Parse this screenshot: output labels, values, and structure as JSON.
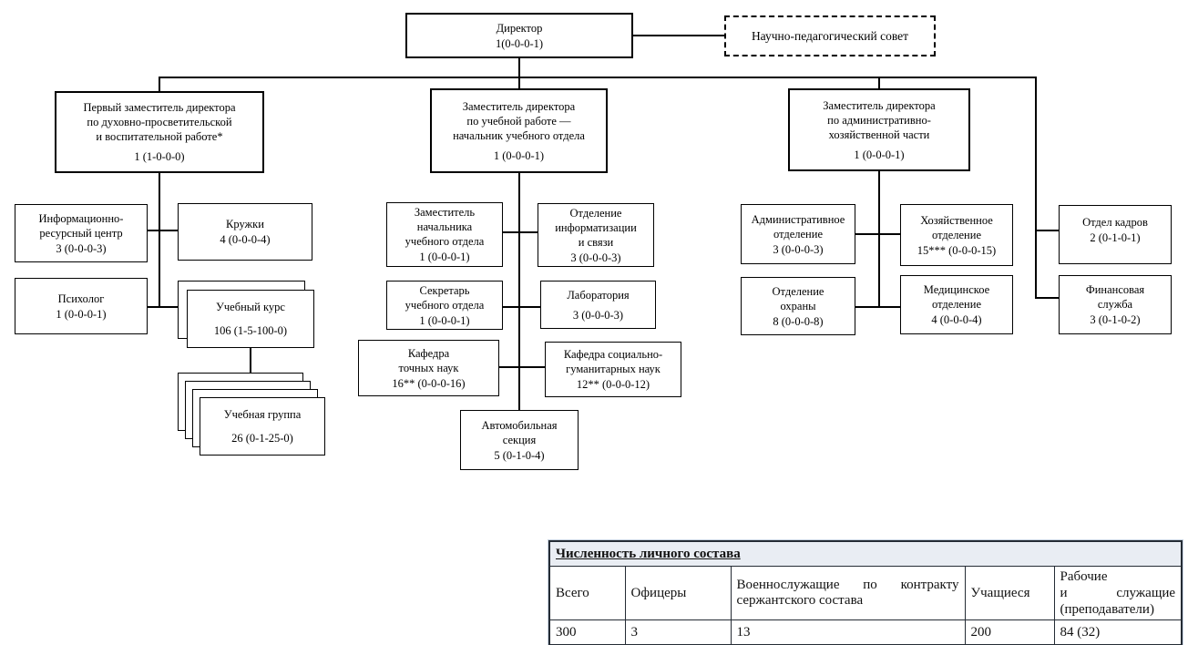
{
  "boxes": {
    "director": {
      "title": "Директор",
      "staff": "1(0-0-0-1)"
    },
    "council": {
      "title": "Научно-педагогический совет"
    },
    "first_deputy": {
      "title": "Первый заместитель директора\nпо духовно-просветительской\nи воспитательной работе*",
      "staff": "1 (1-0-0-0)"
    },
    "deputy_edu": {
      "title": "Заместитель директора\nпо учебной работе —\nначальник учебного отдела",
      "staff": "1 (0-0-0-1)"
    },
    "deputy_admin": {
      "title": "Заместитель директора\nпо административно-\nхозяйственной части",
      "staff": "1 (0-0-0-1)"
    },
    "info_center": {
      "title": "Информационно-\nресурсный центр",
      "staff": "3 (0-0-0-3)"
    },
    "clubs": {
      "title": "Кружки",
      "staff": "4 (0-0-0-4)"
    },
    "psychologist": {
      "title": "Психолог",
      "staff": "1 (0-0-0-1)"
    },
    "study_course": {
      "title": "Учебный курс",
      "staff": "106 (1-5-100-0)"
    },
    "study_group": {
      "title": "Учебная группа",
      "staff": "26 (0-1-25-0)"
    },
    "deputy_head_edu": {
      "title": "Заместитель\nначальника\nучебного отдела",
      "staff": "1 (0-0-0-1)"
    },
    "it_dept": {
      "title": "Отделение\nинформатизации\nи связи",
      "staff": "3 (0-0-0-3)"
    },
    "secretary": {
      "title": "Секретарь\nучебного отдела",
      "staff": "1 (0-0-0-1)"
    },
    "laboratory": {
      "title": "Лаборатория",
      "staff": "3 (0-0-0-3)"
    },
    "exact_sciences": {
      "title": "Кафедра\nточных наук",
      "staff": "16** (0-0-0-16)"
    },
    "social_sciences": {
      "title": "Кафедра социально-\nгуманитарных наук",
      "staff": "12** (0-0-0-12)"
    },
    "auto_section": {
      "title": "Автомобильная\nсекция",
      "staff": "5 (0-1-0-4)"
    },
    "admin_dept": {
      "title": "Административное\nотделение",
      "staff": "3 (0-0-0-3)"
    },
    "household_dept": {
      "title": "Хозяйственное\nотделение",
      "staff": "15*** (0-0-0-15)"
    },
    "security_dept": {
      "title": "Отделение\nохраны",
      "staff": "8 (0-0-0-8)"
    },
    "medical_dept": {
      "title": "Медицинское\nотделение",
      "staff": "4 (0-0-0-4)"
    },
    "hr_dept": {
      "title": "Отдел кадров",
      "staff": "2 (0-1-0-1)"
    },
    "finance_dept": {
      "title": "Финансовая\nслужба",
      "staff": "3 (0-1-0-2)"
    }
  },
  "table": {
    "title": "Численность личного состава",
    "col_total": "Всего",
    "col_officers": "Офицеры",
    "col_contract": "Военнослужащие по контракту сержантского состава",
    "col_students": "Учащиеся",
    "col_workers_lines": [
      "Рабочие",
      "и служащие",
      "(преподаватели)"
    ],
    "values": {
      "total": "300",
      "officers": "3",
      "contract": "13",
      "students": "200",
      "workers": "84 (32)"
    }
  }
}
